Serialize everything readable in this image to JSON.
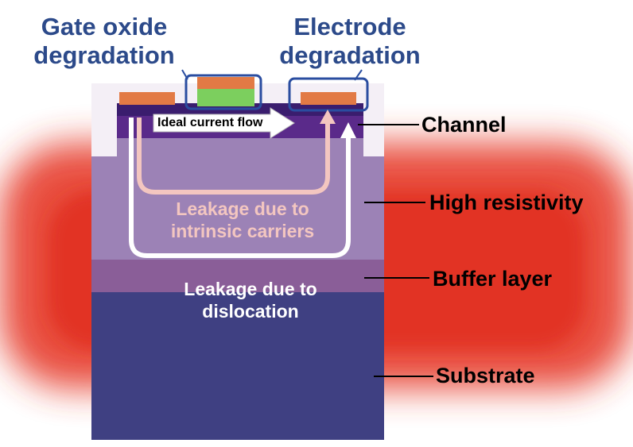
{
  "top_labels": {
    "gate_oxide": [
      "Gate oxide",
      "degradation"
    ],
    "electrode": [
      "Electrode",
      "degradation"
    ]
  },
  "channel_arrow_label": "Ideal current flow",
  "layer_labels": {
    "channel": "Channel",
    "high_resistivity": "High resistivity",
    "buffer": "Buffer layer",
    "substrate": "Substrate"
  },
  "leakage_labels": {
    "intrinsic": [
      "Leakage due to",
      "intrinsic carriers"
    ],
    "dislocation": [
      "Leakage due to",
      "dislocation"
    ]
  },
  "colors": {
    "title_blue": "#2c4a8a",
    "highlight_box": "#2a4da0",
    "channel": "#5a2a8a",
    "channel_top": "#3a1d6e",
    "high_resistivity": "#9c82b6",
    "buffer": "#8a5e98",
    "substrate": "#3f4082",
    "contact_orange": "#e27a45",
    "gate_green": "#7ccf5e",
    "heat_red": "#e63a2a",
    "intrinsic_text": "#f3c6c0",
    "dislocation_text": "#ffffff"
  }
}
